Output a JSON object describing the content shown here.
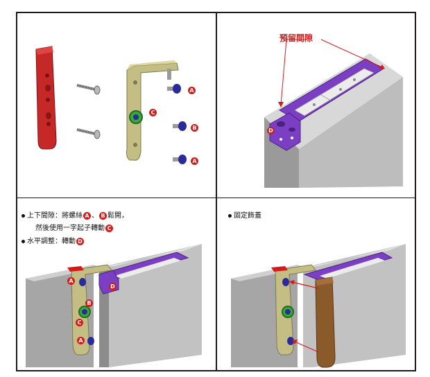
{
  "panel2": {
    "label": "預留間隙"
  },
  "panel1": {
    "callouts": [
      "A",
      "B",
      "C",
      "A"
    ]
  },
  "panel3": {
    "line1_text": "上下間隙：將螺絲",
    "line1_sep": "、",
    "line1_end": "鬆開，",
    "line2_text": "然後使用一字起子轉動",
    "line3_text": "水平調整：轉動",
    "badges": {
      "a": "A",
      "b": "B",
      "c": "C",
      "d": "D"
    },
    "callouts": [
      "A",
      "B",
      "C",
      "A",
      "D"
    ]
  },
  "panel4": {
    "line1_text": "固定飾蓋"
  },
  "panel2_callout": "D",
  "colors": {
    "accent": "#d61a1a",
    "purple": "#7b3fc4",
    "bracket": "#c4be84",
    "strip": "#c62828",
    "screw_blue": "#2a2a9a",
    "cover": "#8b5a2b"
  }
}
